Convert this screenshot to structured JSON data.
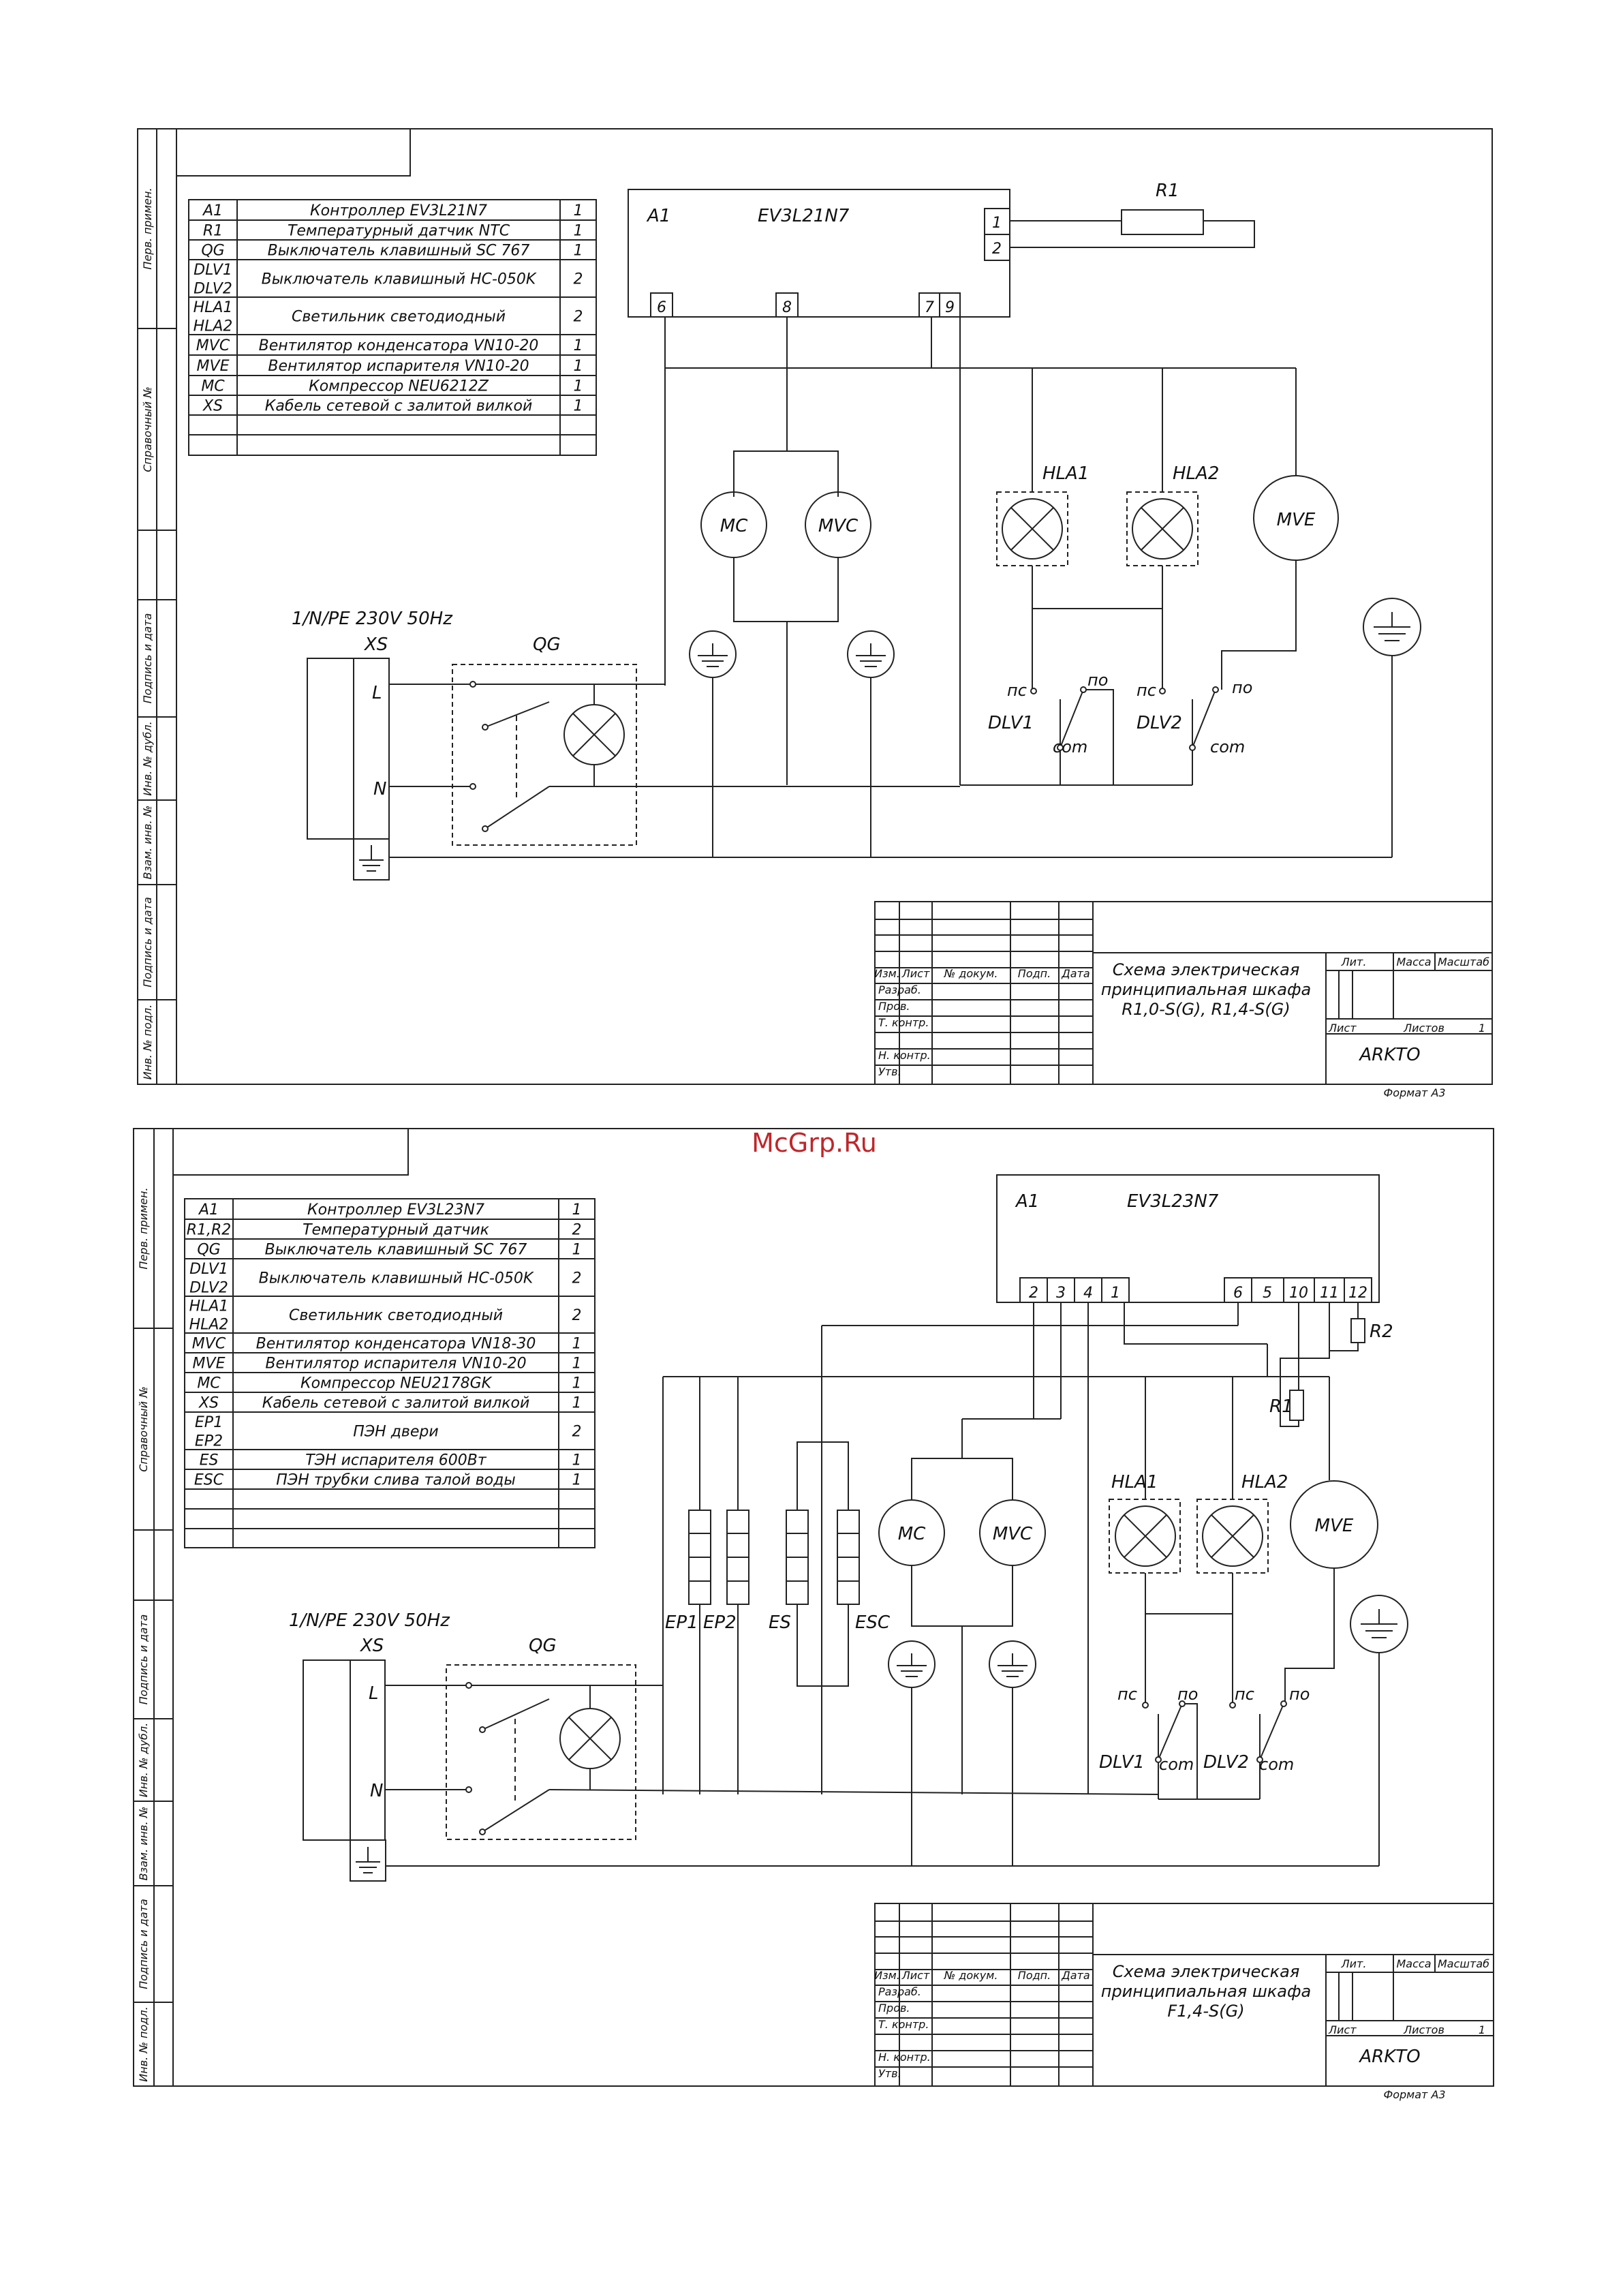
{
  "watermark": "McGrp.Ru",
  "sheets": [
    {
      "id": "sheet1",
      "controller_label": "EV3L21N7",
      "resistor_label": "R1",
      "supply": "1/N/PE 230V 50Hz",
      "bom": [
        [
          "A1",
          "Контроллер EV3L21N7",
          "1"
        ],
        [
          "R1",
          "Температурный датчик NTC",
          "1"
        ],
        [
          "QG",
          "Выключатель клавишный SC 767",
          "1"
        ],
        [
          "DLV1\nDLV2",
          "Выключатель клавишный HC-050K",
          "2"
        ],
        [
          "HLA1\nHLA2",
          "Светильник светодиодный",
          "2"
        ],
        [
          "MVC",
          "Вентилятор конденсатора VN10-20",
          "1"
        ],
        [
          "MVE",
          "Вентилятор испарителя VN10-20",
          "1"
        ],
        [
          "MC",
          "Компрессор NEU6212Z",
          "1"
        ],
        [
          "XS",
          "Кабель сетевой с залитой вилкой",
          "1"
        ]
      ],
      "title_lines": [
        "Схема электрическая",
        "принципиальная шкафа",
        "R1,0-S(G), R1,4-S(G)"
      ],
      "company": "ARKTO",
      "sheet_no": "1",
      "format": "Формат А3"
    },
    {
      "id": "sheet2",
      "controller_label": "EV3L23N7",
      "supply": "1/N/PE 230V 50Hz",
      "bom": [
        [
          "A1",
          "Контроллер EV3L23N7",
          "1"
        ],
        [
          "R1,R2",
          "Температурный датчик",
          "2"
        ],
        [
          "QG",
          "Выключатель клавишный SC 767",
          "1"
        ],
        [
          "DLV1\nDLV2",
          "Выключатель клавишный HC-050K",
          "2"
        ],
        [
          "HLA1\nHLA2",
          "Светильник светодиодный",
          "2"
        ],
        [
          "MVC",
          "Вентилятор конденсатора VN18-30",
          "1"
        ],
        [
          "MVE",
          "Вентилятор испарителя VN10-20",
          "1"
        ],
        [
          "MC",
          "Компрессор NEU2178GK",
          "1"
        ],
        [
          "XS",
          "Кабель сетевой с залитой вилкой",
          "1"
        ],
        [
          "EP1\nEP2",
          "ПЭН двери",
          "2"
        ],
        [
          "ES",
          "ТЭН испарителя   600Вт",
          "1"
        ],
        [
          "ESC",
          "ПЭН трубки слива талой воды",
          "1"
        ]
      ],
      "title_lines": [
        "Схема электрическая",
        "принципиальная шкафа",
        "F1,4-S(G)"
      ],
      "company": "ARKTO",
      "sheet_no": "1",
      "format": "Формат А3"
    }
  ],
  "labels": {
    "a1": "A1",
    "xs": "XS",
    "qg": "QG",
    "l": "L",
    "n": "N",
    "mc": "MC",
    "mvc": "MVC",
    "mve": "MVE",
    "hla1": "HLA1",
    "hla2": "HLA2",
    "dlv1": "DLV1",
    "dlv2": "DLV2",
    "nc": "пс",
    "no": "по",
    "com": "com",
    "r1": "R1",
    "r2": "R2",
    "ep1": "EP1",
    "ep2": "EP2",
    "es": "ES",
    "esc": "ESC",
    "s1_terminals": [
      "6",
      "8",
      "7",
      "9"
    ],
    "s1_r_terminals": [
      "1",
      "2"
    ],
    "s2_terminals": [
      "2",
      "3",
      "4",
      "1",
      "6",
      "5",
      "10",
      "11",
      "12"
    ]
  },
  "stamp": {
    "izm": "Изм.",
    "list": "Лист",
    "doc": "№ докум.",
    "sign": "Подп.",
    "date": "Дата",
    "rows": [
      "Разраб.",
      "Пров.",
      "Т. контр.",
      "",
      "Н. контр.",
      "Утв."
    ],
    "lit": "Лит.",
    "mass": "Масса",
    "scale": "Масштаб",
    "sheet": "Лист",
    "sheets": "Листов"
  },
  "side_labels": [
    "Перв. примен.",
    "Справочный №",
    "Подпись и дата",
    "Инв. № дубл.",
    "Взам. инв. №",
    "Подпись и дата",
    "Инв. № подл."
  ]
}
